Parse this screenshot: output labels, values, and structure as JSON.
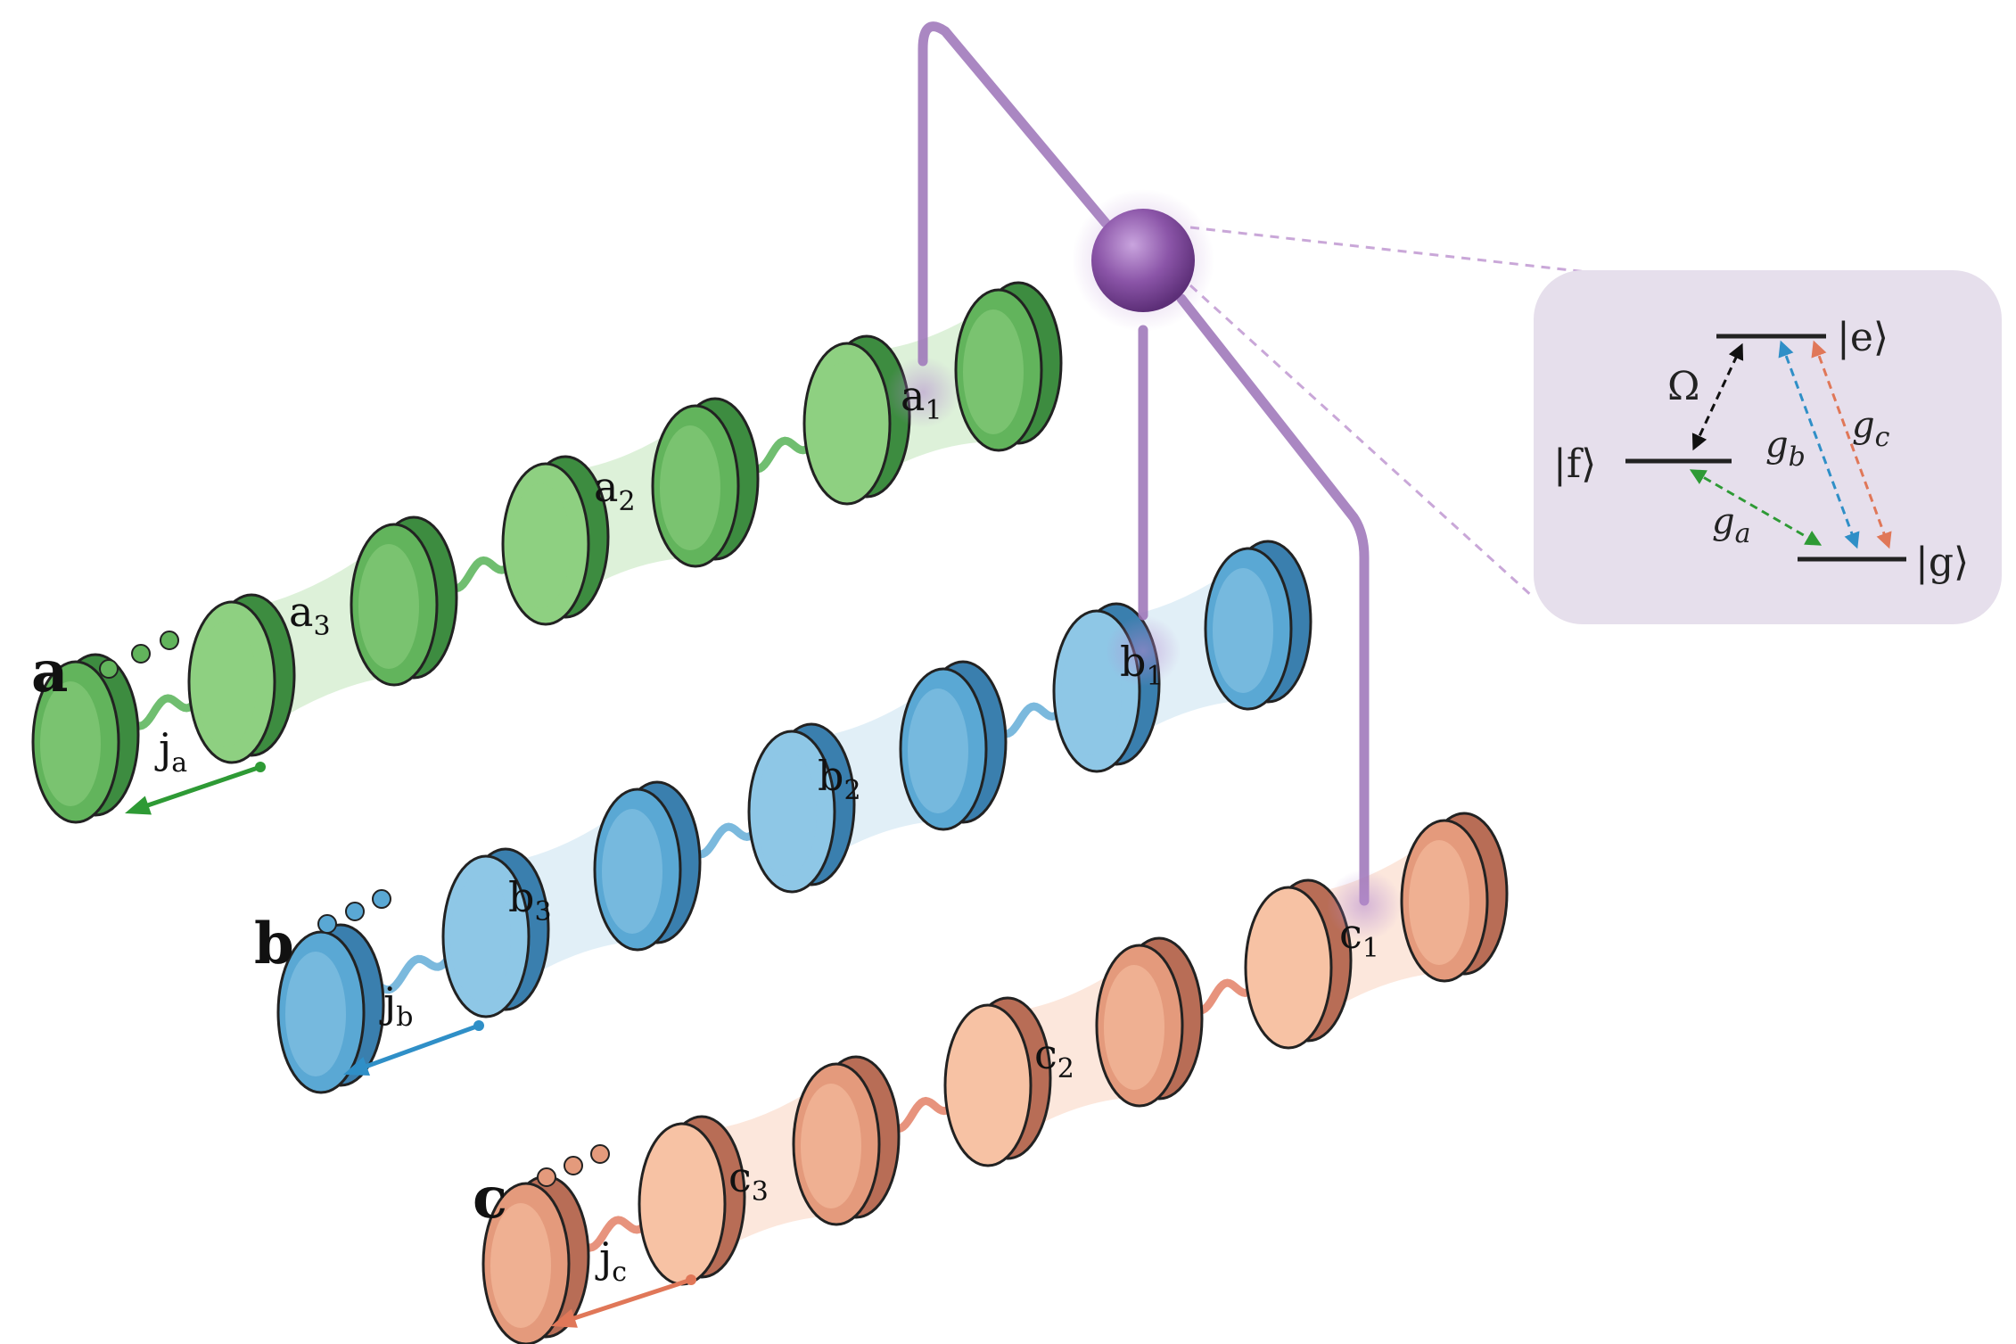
{
  "chains": [
    {
      "id": "a",
      "label": "a",
      "hop": {
        "base": "j",
        "sub": "a"
      },
      "cavities": [
        {
          "base": "a",
          "sub": "1"
        },
        {
          "base": "a",
          "sub": "2"
        },
        {
          "base": "a",
          "sub": "3"
        }
      ],
      "colors": {
        "light": "#8ed081",
        "mid": "#62b45c",
        "dark": "#3d8c40",
        "fill": "#d7eed2",
        "wave": "#4cae4c",
        "arrow": "#2e9a35"
      }
    },
    {
      "id": "b",
      "label": "b",
      "hop": {
        "base": "j",
        "sub": "b"
      },
      "cavities": [
        {
          "base": "b",
          "sub": "1"
        },
        {
          "base": "b",
          "sub": "2"
        },
        {
          "base": "b",
          "sub": "3"
        }
      ],
      "colors": {
        "light": "#8ec7e6",
        "mid": "#5aa8d4",
        "dark": "#3a7fae",
        "fill": "#dcecf6",
        "wave": "#5aa8d4",
        "arrow": "#2f8fc7"
      }
    },
    {
      "id": "c",
      "label": "c",
      "hop": {
        "base": "j",
        "sub": "c"
      },
      "cavities": [
        {
          "base": "c",
          "sub": "1"
        },
        {
          "base": "c",
          "sub": "2"
        },
        {
          "base": "c",
          "sub": "3"
        }
      ],
      "colors": {
        "light": "#f7c2a4",
        "mid": "#e49a7c",
        "dark": "#b86d56",
        "fill": "#fbe3d6",
        "wave": "#e1785c",
        "arrow": "#e07758"
      }
    }
  ],
  "atom": {
    "color": "#8b55a8",
    "wire_color": "#9b72b7"
  },
  "level_diagram": {
    "background": "#e6dfec",
    "levels": {
      "e": "|e⟩",
      "f": "|f⟩",
      "g": "|g⟩"
    },
    "couplings": {
      "omega": {
        "label": "Ω",
        "color": "#111111"
      },
      "ga": {
        "base": "g",
        "sub": "a",
        "color": "#2e9a35"
      },
      "gb": {
        "base": "g",
        "sub": "b",
        "color": "#2f8fc7"
      },
      "gc": {
        "base": "g",
        "sub": "c",
        "color": "#e07758"
      }
    }
  }
}
